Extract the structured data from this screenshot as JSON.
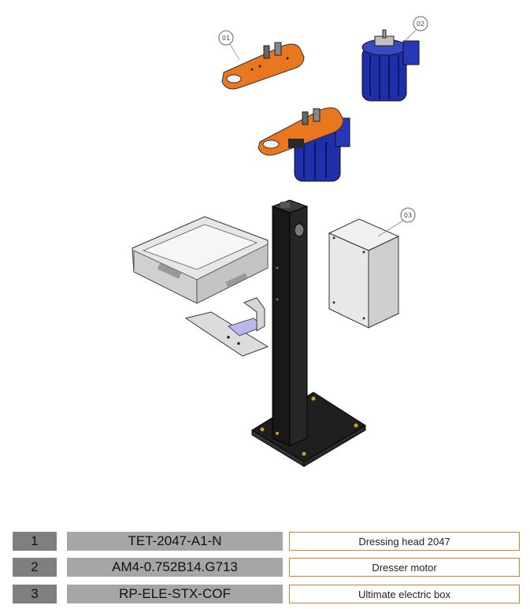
{
  "callouts": [
    "01",
    "02",
    "03"
  ],
  "parts": [
    {
      "num": "1",
      "code": "TET-2047-A1-N",
      "desc": "Dressing head 2047"
    },
    {
      "num": "2",
      "code": "AM4-0.752B14.G713",
      "desc": "Dresser motor"
    },
    {
      "num": "3",
      "code": "RP-ELE-STX-COF",
      "desc": "Ultimate electric box"
    }
  ],
  "colors": {
    "head_orange": "#e8771f",
    "motor_blue": "#1f2fa8",
    "stand_black": "#1a1a1a",
    "box_grey": "#dcdcdc",
    "table_border": "#d9822b"
  }
}
